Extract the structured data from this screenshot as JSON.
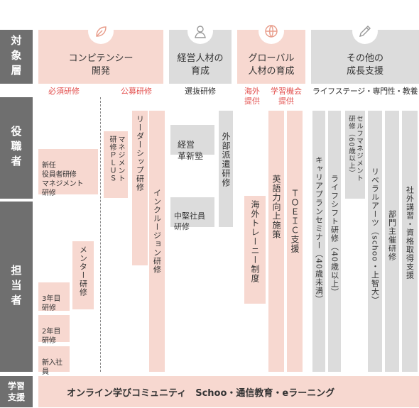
{
  "side_labels": {
    "target": "対象層",
    "executive": "役職者",
    "manager": "担当者",
    "learning": "学習\n支援"
  },
  "categories": [
    {
      "title": "コンピテンシー\n開発",
      "icon": "leaf-icon"
    },
    {
      "title": "経営人材の\n育成",
      "icon": "person-icon"
    },
    {
      "title": "グローバル\n人材の育成",
      "icon": "globe-icon"
    },
    {
      "title": "その他の\n成長支援",
      "icon": "pencil-icon"
    }
  ],
  "subheaders": {
    "required": "必須研修",
    "public": "公募研修",
    "selection": "選抜研修",
    "overseas": "海外\n提供",
    "learning_opp": "学習機会\n提供",
    "lifestage": "ライフステージ・専門性・教養"
  },
  "programs": {
    "new_manager": "新任\n役員者研修\nマネジメント\n研修",
    "management_plus": "マネジメント\n研修ＰＬＵＳ",
    "leadership": "リーダーシップ研修",
    "inclusion": "インクルージョン研修",
    "mentor": "メンター研修",
    "year3": "3年目\n研修",
    "year2": "2年目\n研修",
    "newhire": "新入社員\n研修",
    "exec_school": "経営\n革新塾",
    "mid_career": "中堅社員\n研修",
    "external_dispatch": "外部派遣研修",
    "overseas_trainee": "海外トレーニー制度",
    "english": "英語力向上施策",
    "toeic": "ＴＯＥＩＣ支援",
    "career_seminar": "キャリアプランセミナー（40歳未満）",
    "life_shift": "ライフシフト研修（40歳以上）",
    "self_management": "セルフマネジメント\n研修（60歳以上）",
    "liberal_arts": "リベラルアーツ（schoo・上智大）",
    "dept_training": "部門主催研修",
    "external_cert": "社外講習・資格取得支援"
  },
  "learning_support": "オンライン学びコミュニティ　Schoo・通信教育・eラーニング",
  "colors": {
    "pink": "#f7d8d0",
    "gray": "#dcdcdc",
    "side": "#6f6f6f",
    "accent": "#e3514f"
  }
}
